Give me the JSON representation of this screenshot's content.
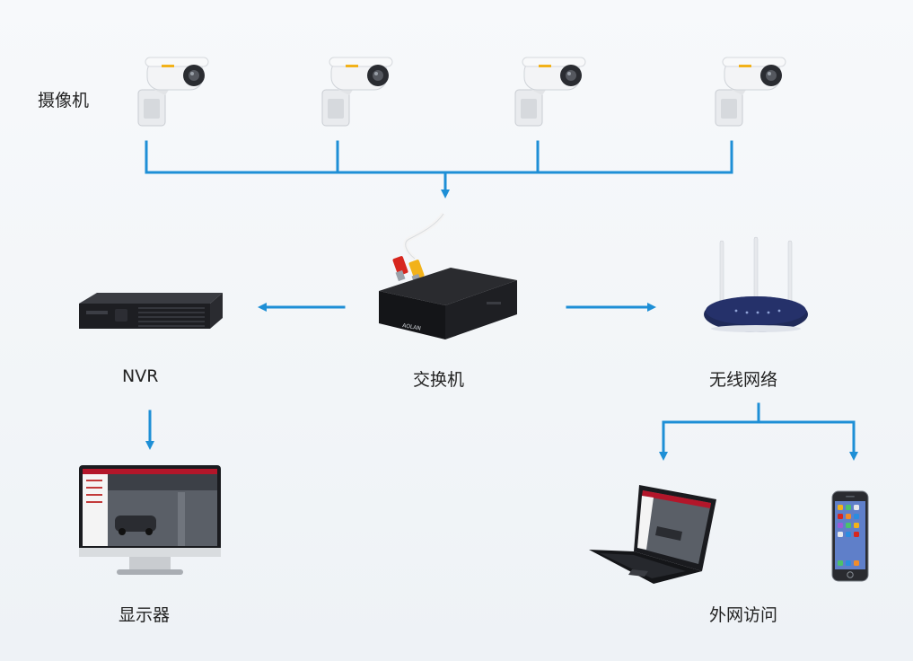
{
  "labels": {
    "camera": "摄像机",
    "nvr": "NVR",
    "switch": "交换机",
    "wireless": "无线网络",
    "monitor": "显示器",
    "external": "外网访问"
  },
  "brand_text": "AOLAN",
  "colors": {
    "connector": "#1e8fd6",
    "background": "#f4f6f9",
    "camera_body": "#f3f4f6",
    "device_dark": "#1c1d21",
    "router_body": "#1f2a58",
    "rca_red": "#d7261e",
    "rca_yellow": "#f2b21a"
  },
  "icons": {
    "camera": "cctv-camera-icon",
    "nvr": "nvr-recorder-icon",
    "switch": "network-switch-icon",
    "router": "wifi-router-icon",
    "monitor": "monitor-icon",
    "laptop": "laptop-icon",
    "phone": "smartphone-icon"
  }
}
